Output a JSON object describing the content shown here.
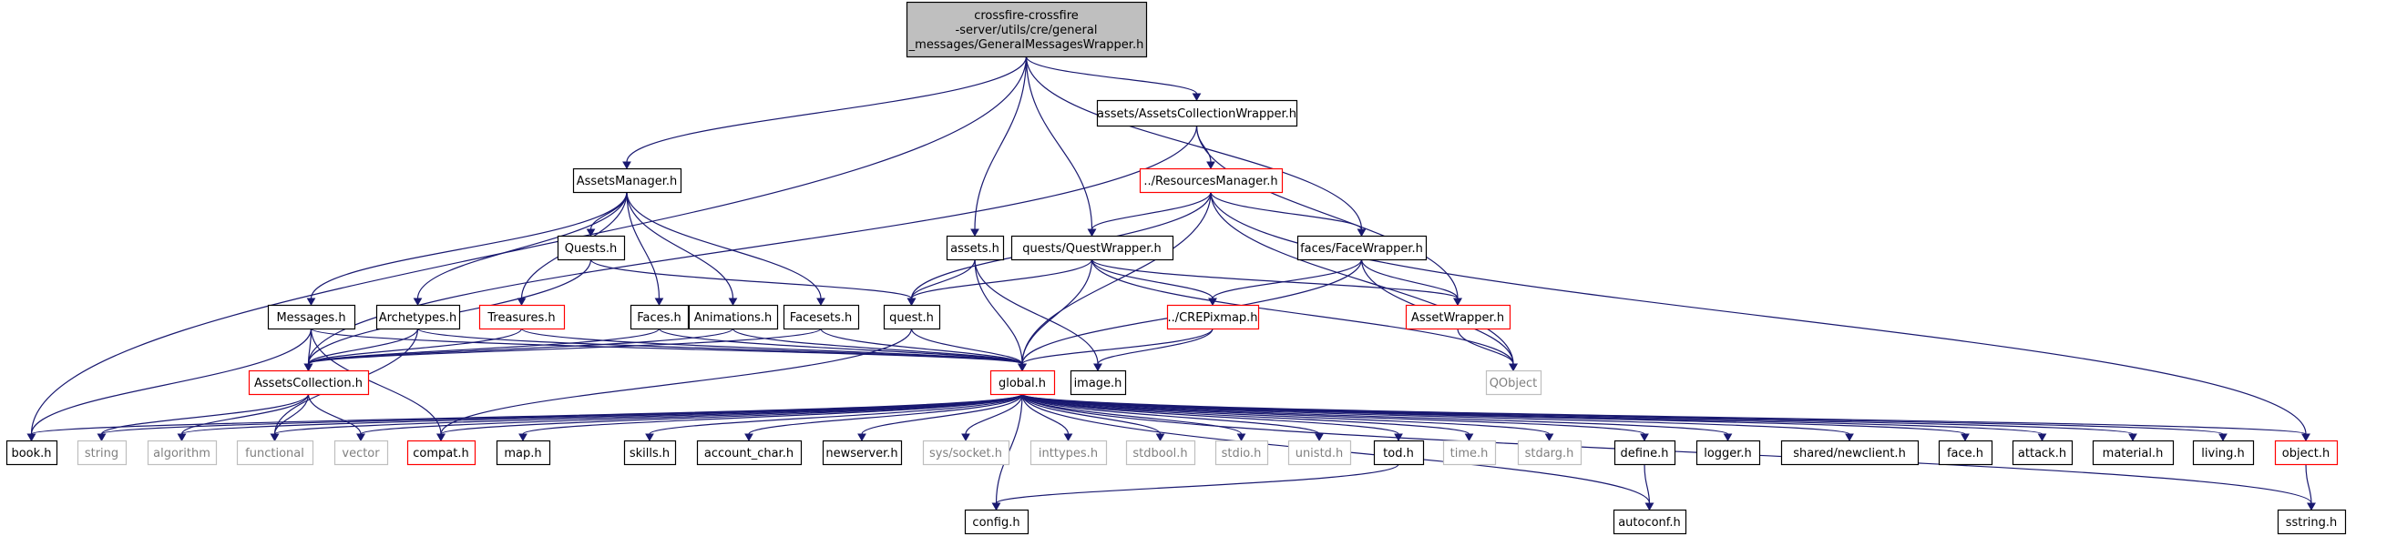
{
  "colors": {
    "edge": "#191970",
    "node_default_border": "#000000",
    "node_truncated_border": "#ff0000",
    "node_external_border": "#bfbfbf",
    "node_external_text": "#7f7f7f",
    "root_fill": "#bfbfbf",
    "node_fill": "#ffffff"
  },
  "nodes": [
    {
      "id": "root",
      "label": [
        "crossfire-crossfire",
        "-server/utils/cre/general",
        "_messages/GeneralMessagesWrapper.h"
      ],
      "kind": "root"
    },
    {
      "id": "acw",
      "label": [
        "assets/AssetsCollectionWrapper.h"
      ],
      "kind": "normal"
    },
    {
      "id": "am",
      "label": [
        "AssetsManager.h"
      ],
      "kind": "normal"
    },
    {
      "id": "rm",
      "label": [
        "../ResourcesManager.h"
      ],
      "kind": "truncated"
    },
    {
      "id": "quests",
      "label": [
        "Quests.h"
      ],
      "kind": "normal"
    },
    {
      "id": "assets",
      "label": [
        "assets.h"
      ],
      "kind": "normal"
    },
    {
      "id": "qw",
      "label": [
        "quests/QuestWrapper.h"
      ],
      "kind": "normal"
    },
    {
      "id": "fw",
      "label": [
        "faces/FaceWrapper.h"
      ],
      "kind": "normal"
    },
    {
      "id": "messages",
      "label": [
        "Messages.h"
      ],
      "kind": "normal"
    },
    {
      "id": "archetypes",
      "label": [
        "Archetypes.h"
      ],
      "kind": "normal"
    },
    {
      "id": "treasures",
      "label": [
        "Treasures.h"
      ],
      "kind": "truncated"
    },
    {
      "id": "faces",
      "label": [
        "Faces.h"
      ],
      "kind": "normal"
    },
    {
      "id": "animations",
      "label": [
        "Animations.h"
      ],
      "kind": "normal"
    },
    {
      "id": "facesets",
      "label": [
        "Facesets.h"
      ],
      "kind": "normal"
    },
    {
      "id": "quest",
      "label": [
        "quest.h"
      ],
      "kind": "normal"
    },
    {
      "id": "crepixmap",
      "label": [
        "../CREPixmap.h"
      ],
      "kind": "truncated"
    },
    {
      "id": "assetwrapper",
      "label": [
        "AssetWrapper.h"
      ],
      "kind": "truncated"
    },
    {
      "id": "ac",
      "label": [
        "AssetsCollection.h"
      ],
      "kind": "truncated"
    },
    {
      "id": "global",
      "label": [
        "global.h"
      ],
      "kind": "truncated"
    },
    {
      "id": "image",
      "label": [
        "image.h"
      ],
      "kind": "normal"
    },
    {
      "id": "qobject",
      "label": [
        "QObject"
      ],
      "kind": "external"
    },
    {
      "id": "book",
      "label": [
        "book.h"
      ],
      "kind": "normal"
    },
    {
      "id": "string",
      "label": [
        "string"
      ],
      "kind": "external"
    },
    {
      "id": "algorithm",
      "label": [
        "algorithm"
      ],
      "kind": "external"
    },
    {
      "id": "functional",
      "label": [
        "functional"
      ],
      "kind": "external"
    },
    {
      "id": "vector",
      "label": [
        "vector"
      ],
      "kind": "external"
    },
    {
      "id": "compat",
      "label": [
        "compat.h"
      ],
      "kind": "truncated"
    },
    {
      "id": "map",
      "label": [
        "map.h"
      ],
      "kind": "normal"
    },
    {
      "id": "skills",
      "label": [
        "skills.h"
      ],
      "kind": "normal"
    },
    {
      "id": "account_char",
      "label": [
        "account_char.h"
      ],
      "kind": "normal"
    },
    {
      "id": "newserver",
      "label": [
        "newserver.h"
      ],
      "kind": "normal"
    },
    {
      "id": "socket",
      "label": [
        "sys/socket.h"
      ],
      "kind": "external"
    },
    {
      "id": "inttypes",
      "label": [
        "inttypes.h"
      ],
      "kind": "external"
    },
    {
      "id": "stdbool",
      "label": [
        "stdbool.h"
      ],
      "kind": "external"
    },
    {
      "id": "stdio",
      "label": [
        "stdio.h"
      ],
      "kind": "external"
    },
    {
      "id": "unistd",
      "label": [
        "unistd.h"
      ],
      "kind": "external"
    },
    {
      "id": "tod",
      "label": [
        "tod.h"
      ],
      "kind": "normal"
    },
    {
      "id": "time",
      "label": [
        "time.h"
      ],
      "kind": "external"
    },
    {
      "id": "stdarg",
      "label": [
        "stdarg.h"
      ],
      "kind": "external"
    },
    {
      "id": "define",
      "label": [
        "define.h"
      ],
      "kind": "normal"
    },
    {
      "id": "logger",
      "label": [
        "logger.h"
      ],
      "kind": "normal"
    },
    {
      "id": "newclient",
      "label": [
        "shared/newclient.h"
      ],
      "kind": "normal"
    },
    {
      "id": "face",
      "label": [
        "face.h"
      ],
      "kind": "normal"
    },
    {
      "id": "attack",
      "label": [
        "attack.h"
      ],
      "kind": "normal"
    },
    {
      "id": "material",
      "label": [
        "material.h"
      ],
      "kind": "normal"
    },
    {
      "id": "living",
      "label": [
        "living.h"
      ],
      "kind": "normal"
    },
    {
      "id": "object",
      "label": [
        "object.h"
      ],
      "kind": "truncated"
    },
    {
      "id": "config",
      "label": [
        "config.h"
      ],
      "kind": "normal"
    },
    {
      "id": "autoconf",
      "label": [
        "autoconf.h"
      ],
      "kind": "normal"
    },
    {
      "id": "sstring",
      "label": [
        "sstring.h"
      ],
      "kind": "normal"
    }
  ],
  "edges": [
    [
      "root",
      "book"
    ],
    [
      "root",
      "am"
    ],
    [
      "root",
      "assets"
    ],
    [
      "root",
      "qw"
    ],
    [
      "root",
      "acw"
    ],
    [
      "root",
      "fw"
    ],
    [
      "acw",
      "ac"
    ],
    [
      "acw",
      "rm"
    ],
    [
      "acw",
      "assetwrapper"
    ],
    [
      "am",
      "quests"
    ],
    [
      "am",
      "messages"
    ],
    [
      "am",
      "archetypes"
    ],
    [
      "am",
      "treasures"
    ],
    [
      "am",
      "faces"
    ],
    [
      "am",
      "animations"
    ],
    [
      "am",
      "facesets"
    ],
    [
      "rm",
      "quest"
    ],
    [
      "rm",
      "qw"
    ],
    [
      "rm",
      "fw"
    ],
    [
      "rm",
      "global"
    ],
    [
      "rm",
      "qobject"
    ],
    [
      "rm",
      "object"
    ],
    [
      "quests",
      "ac"
    ],
    [
      "quests",
      "quest"
    ],
    [
      "assets",
      "quest"
    ],
    [
      "assets",
      "global"
    ],
    [
      "assets",
      "image"
    ],
    [
      "qw",
      "quest"
    ],
    [
      "qw",
      "global"
    ],
    [
      "qw",
      "crepixmap"
    ],
    [
      "qw",
      "assetwrapper"
    ],
    [
      "qw",
      "qobject"
    ],
    [
      "fw",
      "crepixmap"
    ],
    [
      "fw",
      "assetwrapper"
    ],
    [
      "fw",
      "global"
    ],
    [
      "fw",
      "qobject"
    ],
    [
      "messages",
      "ac"
    ],
    [
      "messages",
      "global"
    ],
    [
      "messages",
      "book"
    ],
    [
      "messages",
      "compat"
    ],
    [
      "archetypes",
      "ac"
    ],
    [
      "archetypes",
      "global"
    ],
    [
      "archetypes",
      "functional"
    ],
    [
      "treasures",
      "ac"
    ],
    [
      "treasures",
      "global"
    ],
    [
      "faces",
      "ac"
    ],
    [
      "faces",
      "global"
    ],
    [
      "animations",
      "ac"
    ],
    [
      "animations",
      "global"
    ],
    [
      "facesets",
      "ac"
    ],
    [
      "facesets",
      "global"
    ],
    [
      "quest",
      "global"
    ],
    [
      "quest",
      "compat"
    ],
    [
      "crepixmap",
      "global"
    ],
    [
      "crepixmap",
      "image"
    ],
    [
      "assetwrapper",
      "qobject"
    ],
    [
      "ac",
      "string"
    ],
    [
      "ac",
      "algorithm"
    ],
    [
      "ac",
      "functional"
    ],
    [
      "ac",
      "vector"
    ],
    [
      "global",
      "book"
    ],
    [
      "global",
      "string"
    ],
    [
      "global",
      "algorithm"
    ],
    [
      "global",
      "functional"
    ],
    [
      "global",
      "vector"
    ],
    [
      "global",
      "compat"
    ],
    [
      "global",
      "map"
    ],
    [
      "global",
      "skills"
    ],
    [
      "global",
      "account_char"
    ],
    [
      "global",
      "newserver"
    ],
    [
      "global",
      "socket"
    ],
    [
      "global",
      "inttypes"
    ],
    [
      "global",
      "stdbool"
    ],
    [
      "global",
      "stdio"
    ],
    [
      "global",
      "unistd"
    ],
    [
      "global",
      "tod"
    ],
    [
      "global",
      "time"
    ],
    [
      "global",
      "stdarg"
    ],
    [
      "global",
      "define"
    ],
    [
      "global",
      "logger"
    ],
    [
      "global",
      "newclient"
    ],
    [
      "global",
      "face"
    ],
    [
      "global",
      "attack"
    ],
    [
      "global",
      "material"
    ],
    [
      "global",
      "living"
    ],
    [
      "global",
      "object"
    ],
    [
      "global",
      "sstring"
    ],
    [
      "global",
      "config"
    ],
    [
      "global",
      "autoconf"
    ],
    [
      "define",
      "autoconf"
    ],
    [
      "tod",
      "config"
    ],
    [
      "object",
      "sstring"
    ]
  ]
}
